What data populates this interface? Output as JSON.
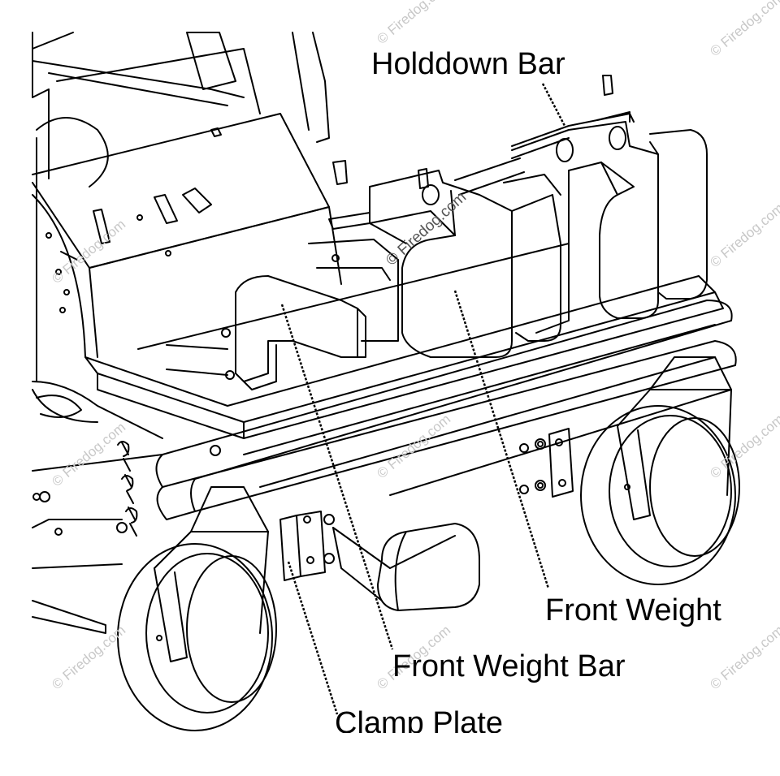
{
  "labels": {
    "holddown_bar": "Holddown Bar",
    "front_weight": "Front Weight",
    "front_weight_bar": "Front Weight Bar",
    "clamp_plate": "Clamp Plate"
  },
  "watermark": {
    "text": "© Firedog.com"
  },
  "colors": {
    "line": "#000000",
    "watermark": "#c8c8c8",
    "background": "#ffffff"
  }
}
